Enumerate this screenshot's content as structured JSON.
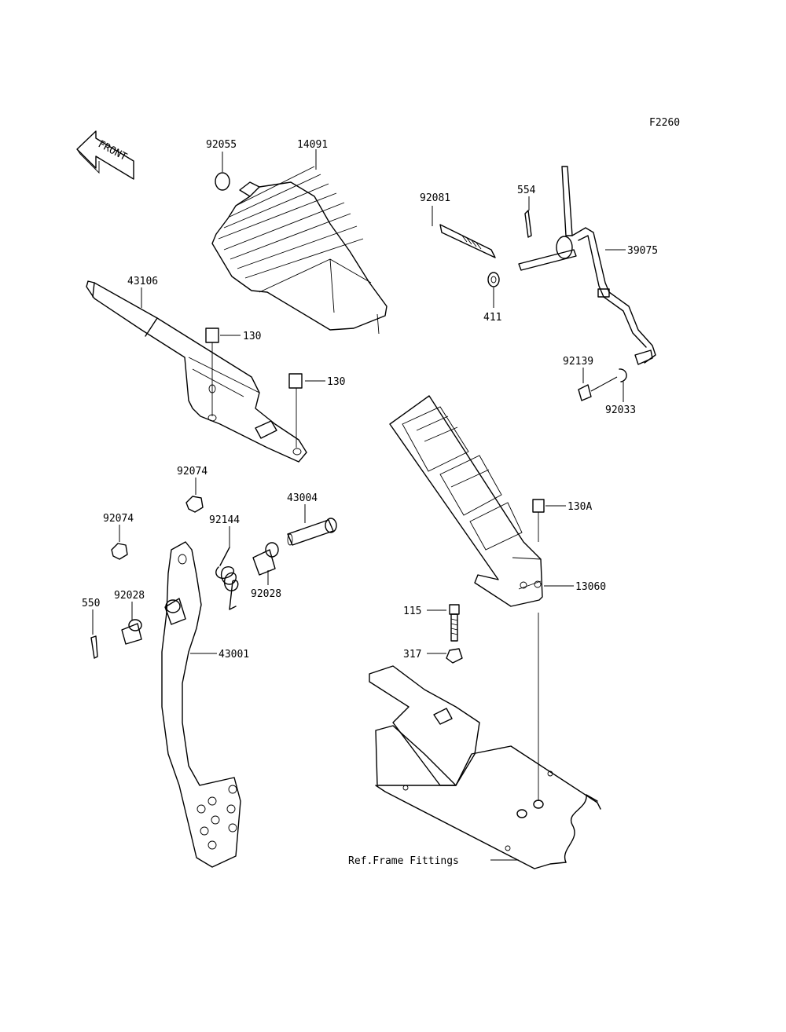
{
  "figure_code": "F2260",
  "front_label": "FRONT",
  "ref_label": "Ref.Frame Fittings",
  "callouts": {
    "c92055": "92055",
    "c14091": "14091",
    "c92081": "92081",
    "c554": "554",
    "c39075": "39075",
    "c411": "411",
    "c43106": "43106",
    "c130a": "130",
    "c130b": "130",
    "c92139": "92139",
    "c92033": "92033",
    "c92074a": "92074",
    "c92074b": "92074",
    "c43004": "43004",
    "c92144": "92144",
    "c130A": "130A",
    "c92028a": "92028",
    "c92028b": "92028",
    "c550": "550",
    "c13060": "13060",
    "c43001": "43001",
    "c115": "115",
    "c317": "317"
  }
}
